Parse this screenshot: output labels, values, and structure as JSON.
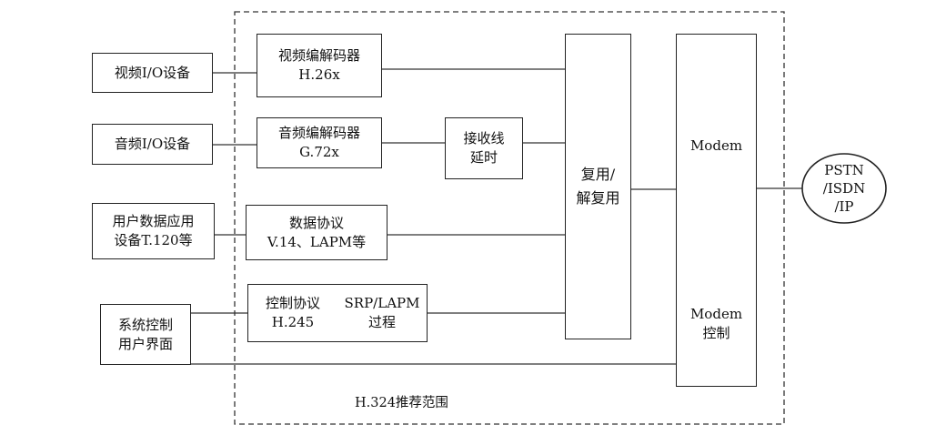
{
  "scope_label": "H.324推荐范围",
  "devices": {
    "video_io": "视频I/O设备",
    "audio_io": "音频I/O设备",
    "data_app": [
      "用户数据应用",
      "设备T.120等"
    ],
    "sys_control": [
      "系统控制",
      "用户界面"
    ]
  },
  "codecs": {
    "video": [
      "视频编解码器",
      "H.26x"
    ],
    "audio": [
      "音频编解码器",
      "G.72x"
    ],
    "data_protocol": [
      "数据协议",
      "V.14、LAPM等"
    ],
    "control_protocol": [
      "控制协议",
      "H.245"
    ],
    "srp_lapm": [
      "SRP/LAPM",
      "过程"
    ]
  },
  "receive_delay": [
    "接收线",
    "延时"
  ],
  "mux": [
    "复用/",
    "解复用"
  ],
  "modem": "Modem",
  "modem_control": [
    "Modem",
    "控制"
  ],
  "network": [
    "PSTN",
    "/ISDN",
    "/IP"
  ]
}
